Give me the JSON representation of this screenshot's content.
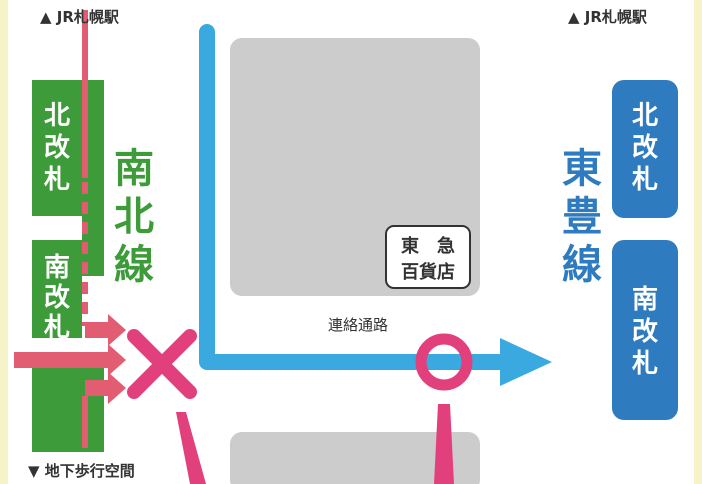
{
  "colors": {
    "green": "#3e9b3a",
    "blue": "#2f7bbf",
    "sky": "#3aa9e0",
    "red": "#e25d72",
    "magenta": "#e2407c",
    "gray_block": "#cccccc",
    "yellow_edge": "#f7f3c9"
  },
  "top_left_station": "▲ JR札幌駅",
  "top_right_station": "▲ JR札幌駅",
  "bottom_left_label": "▼ 地下歩行空間",
  "nanboku": {
    "north_gate": [
      "北",
      "改",
      "札"
    ],
    "south_gate": [
      "南",
      "改",
      "札"
    ],
    "line_name": [
      "南",
      "北",
      "線"
    ]
  },
  "toho": {
    "north_gate": [
      "北",
      "改",
      "札"
    ],
    "south_gate": [
      "南",
      "改",
      "札"
    ],
    "line_name": [
      "東",
      "豊",
      "線"
    ]
  },
  "store": {
    "line1": "東　急",
    "line2": "百貨店"
  },
  "passage_label": "連絡通路",
  "symbols": {
    "no": "×",
    "ok": "○"
  }
}
